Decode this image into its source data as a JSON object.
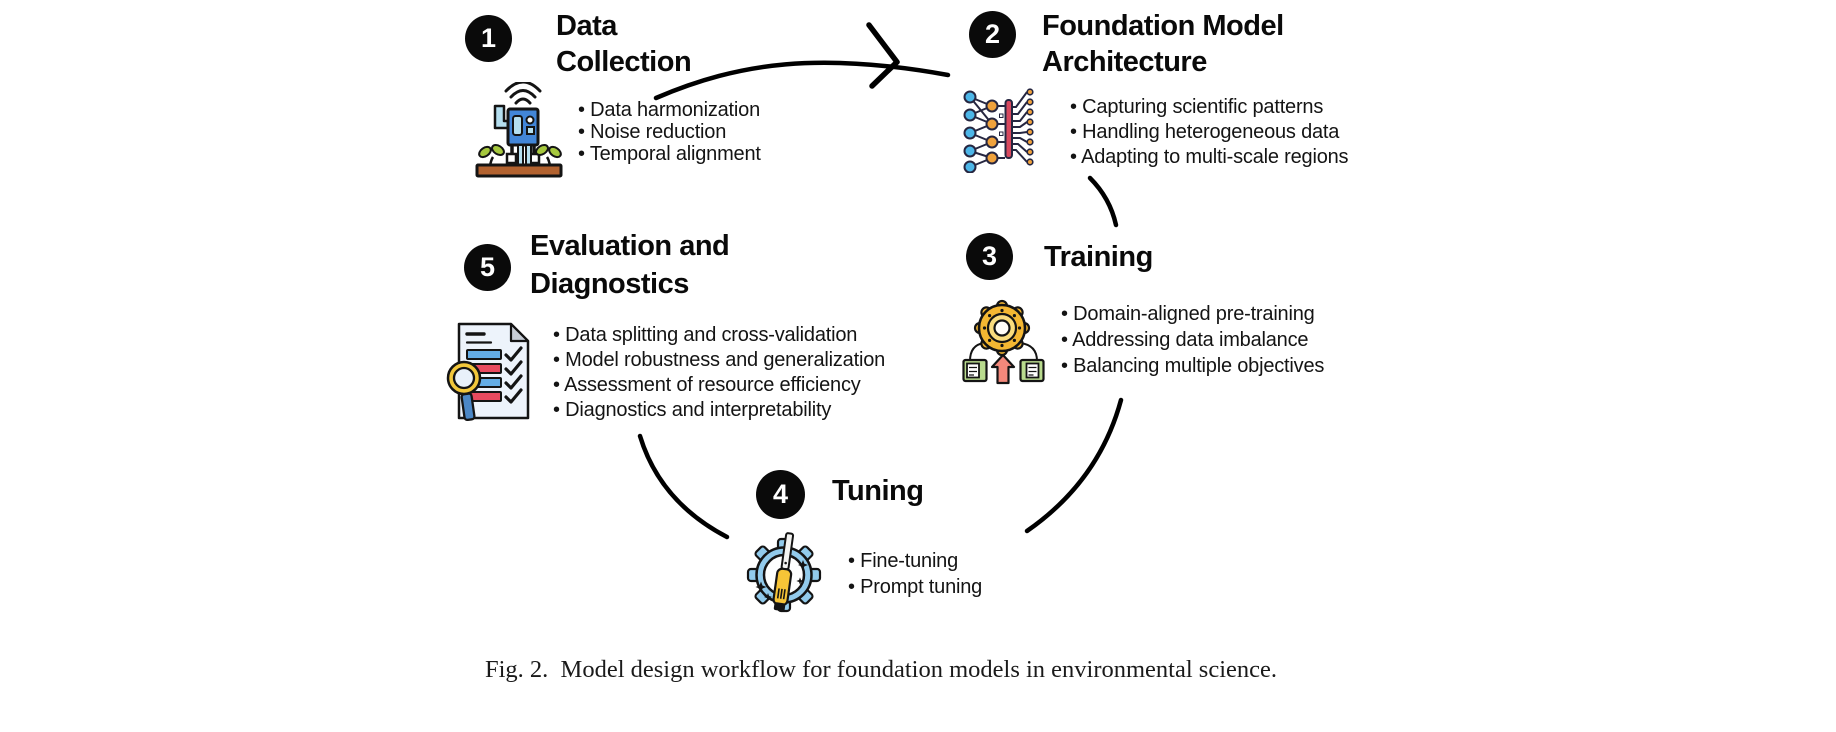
{
  "caption": "Fig. 2.  Model design workflow for foundation models in environmental science.",
  "steps": [
    {
      "number": "1",
      "title_lines": [
        "Data",
        "Collection"
      ],
      "icon": "soil-sensor-icon",
      "bullets": [
        "Data harmonization",
        "Noise reduction",
        "Temporal alignment"
      ]
    },
    {
      "number": "2",
      "title_lines": [
        "Foundation Model",
        "Architecture"
      ],
      "icon": "neural-network-icon",
      "bullets": [
        "Capturing scientific patterns",
        "Handling heterogeneous data",
        "Adapting to multi-scale regions"
      ]
    },
    {
      "number": "3",
      "title_lines": [
        "Training"
      ],
      "icon": "gear-training-icon",
      "bullets": [
        "Domain-aligned pre-training",
        "Addressing data imbalance",
        "Balancing multiple objectives"
      ]
    },
    {
      "number": "4",
      "title_lines": [
        "Tuning"
      ],
      "icon": "gear-screwdriver-icon",
      "bullets": [
        "Fine-tuning",
        "Prompt tuning"
      ]
    },
    {
      "number": "5",
      "title_lines": [
        "Evaluation and",
        "Diagnostics"
      ],
      "icon": "checklist-magnifier-icon",
      "bullets": [
        "Data splitting and cross-validation",
        "Model robustness and generalization",
        "Assessment of resource efficiency",
        "Diagnostics and interpretability"
      ]
    }
  ],
  "colors": {
    "badge": "#0a0a0a",
    "outline": "#141414",
    "node_blue": "#4db6e8",
    "node_orange": "#f0a23c",
    "net_bar_red": "#d8495f",
    "gear_yellow": "#f4b732",
    "gear_yellow_inner": "#f9dc7d",
    "box_green": "#b9db8e",
    "arrow_salmon": "#f4887b",
    "gear_blue": "#92cbec",
    "handle_yellow": "#f6c437",
    "doc_fill": "#edf3fb",
    "bar_blue": "#64ade6",
    "bar_red": "#e84a5f",
    "magnifier_yellow": "#f2c73b",
    "magnifier_handle_blue": "#4b87c6",
    "device_blue": "#4286d8",
    "pipe_light_blue": "#b5dff0",
    "leaf_green": "#a6c83e",
    "soil_brown": "#b2622f"
  }
}
